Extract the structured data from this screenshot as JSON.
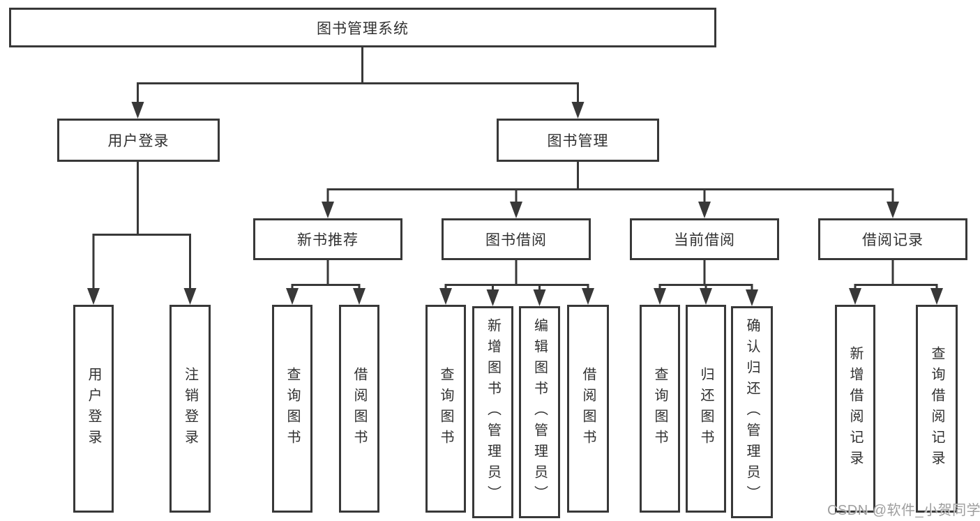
{
  "colors": {
    "line": "#383838",
    "box_border": "#383838",
    "text": "#303030",
    "background": "#ffffff",
    "watermark": "#9e9e9e"
  },
  "watermark": {
    "text": "CSDN @软件_小贺同学"
  },
  "diagram": {
    "root": {
      "label": "图书管理系统"
    },
    "level2": [
      {
        "label": "用户登录"
      },
      {
        "label": "图书管理"
      }
    ],
    "level3": [
      {
        "label": "新书推荐"
      },
      {
        "label": "图书借阅"
      },
      {
        "label": "当前借阅"
      },
      {
        "label": "借阅记录"
      }
    ],
    "leaves": {
      "user_login": [
        "用户登录",
        "注销登录"
      ],
      "new_book_recommendation": [
        "查询图书",
        "借阅图书"
      ],
      "book_borrowing": [
        "查询图书",
        "新增图书（管理员）",
        "编辑图书（管理员）",
        "借阅图书"
      ],
      "current_borrowing": [
        "查询图书",
        "归还图书",
        "确认归还（管理员）"
      ],
      "borrowing_records": [
        "新增借阅记录",
        "查询借阅记录"
      ]
    }
  }
}
